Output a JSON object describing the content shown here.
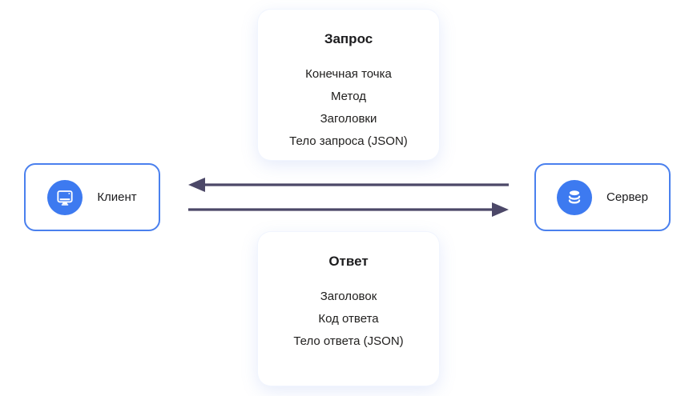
{
  "request_card": {
    "title": "Запрос",
    "items": [
      "Конечная точка",
      "Метод",
      "Заголовки",
      "Тело запроса (JSON)"
    ]
  },
  "response_card": {
    "title": "Ответ",
    "items": [
      "Заголовок",
      "Код ответа",
      "Тело ответа (JSON)"
    ]
  },
  "client_node": {
    "label": "Клиент",
    "icon": "monitor-icon"
  },
  "server_node": {
    "label": "Сервер",
    "icon": "database-icon"
  },
  "arrows": {
    "top": {
      "direction": "left",
      "from": "server",
      "to": "client"
    },
    "bottom": {
      "direction": "right",
      "from": "client",
      "to": "server"
    }
  },
  "colors": {
    "node_border": "#4a80ee",
    "icon_circle": "#3d7af0",
    "arrow": "#4c4868",
    "card_shadow_tint": "#eef2fd",
    "text": "#1c1c1e"
  }
}
